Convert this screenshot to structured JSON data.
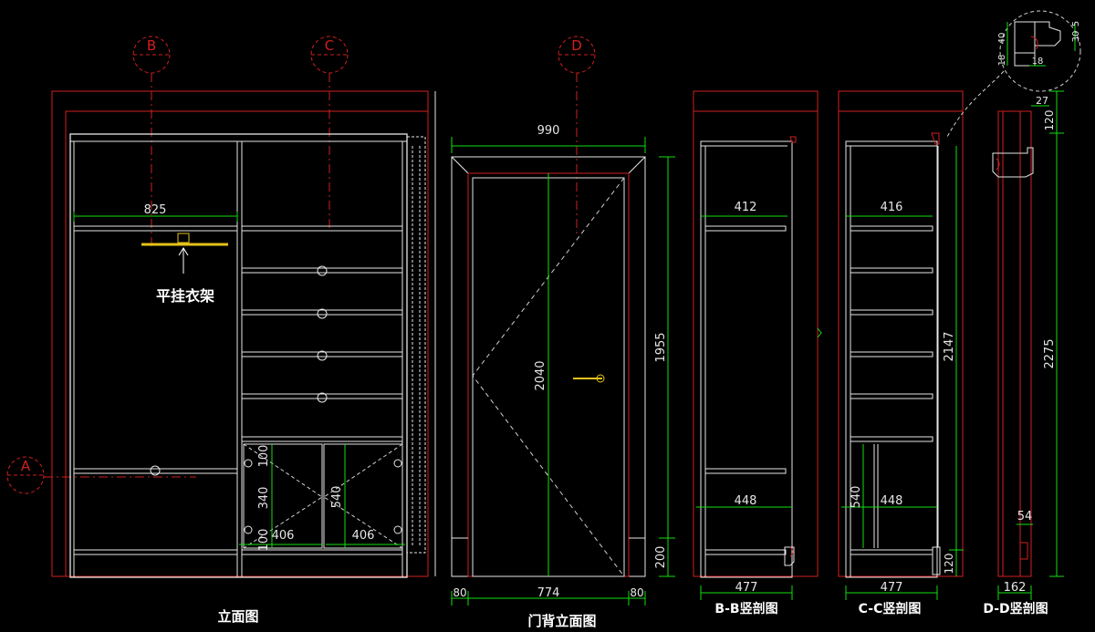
{
  "colors": {
    "background": "#000000",
    "outline_red": "#d11f1f",
    "cabinet_white": "#e6e6e6",
    "dimension_green": "#10e010",
    "hidden_dash": "#cfcfcf",
    "fixture_yellow": "#e6c21a"
  },
  "grid_markers": [
    "B",
    "C",
    "D",
    "A"
  ],
  "titles": {
    "elevation": "立面图",
    "door_back": "门背立面图",
    "section_b": "B-B竖剖图",
    "section_c": "C-C竖剖图",
    "section_d": "D-D竖剖图"
  },
  "annotations": {
    "hanger": "平挂衣架"
  },
  "dimensions": {
    "elev_width": "825",
    "elev_100_top": "100",
    "elev_340": "340",
    "elev_100_bottom": "100",
    "elev_540": "540",
    "elev_406_left": "406",
    "elev_406_right": "406",
    "door_width": "990",
    "door_height": "2040",
    "door_opening": "1955",
    "door_base": "200",
    "door_left_jamb": "80",
    "door_leaf": "774",
    "door_right_jamb": "80",
    "b_upper": "412",
    "b_lower": "448",
    "b_depth": "477",
    "c_upper": "416",
    "c_lower": "448",
    "c_540": "540",
    "c_depth": "477",
    "c_height": "2147",
    "c_base": "120",
    "d_top": "120",
    "d_height": "2275",
    "d_54": "54",
    "d_depth": "162",
    "d_27": "27",
    "detail_40": "40",
    "detail_18a": "18",
    "detail_18b": "18",
    "detail_30": "30",
    "detail_5": "5"
  }
}
